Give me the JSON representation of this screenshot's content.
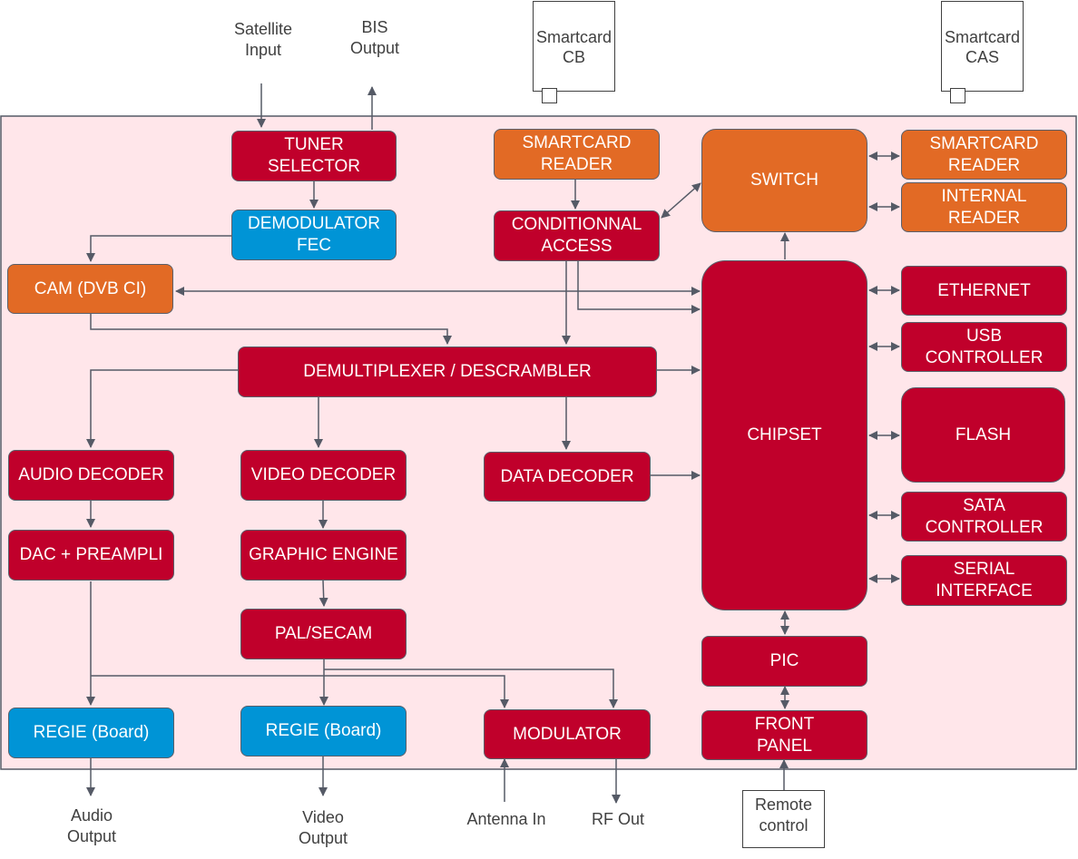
{
  "external": {
    "satellite_input": "Satellite\nInput",
    "bis_output": "BIS\nOutput",
    "smartcard_cb": "Smartcard\nCB",
    "smartcard_cas": "Smartcard\nCAS",
    "audio_output": "Audio\nOutput",
    "video_output": "Video\nOutput",
    "antenna_in": "Antenna In",
    "rf_out": "RF Out",
    "remote_control": "Remote\ncontrol"
  },
  "blocks": {
    "tuner_selector": "TUNER\nSELECTOR",
    "demodulator_fec": "DEMODULATOR\nFEC",
    "cam": "CAM (DVB CI)",
    "smartcard_reader_top": "SMARTCARD\nREADER",
    "conditional_access": "CONDITIONNAL\nACCESS",
    "switch": "SWITCH",
    "smartcard_reader_right": "SMARTCARD\nREADER",
    "internal_reader": "INTERNAL\nREADER",
    "chipset": "CHIPSET",
    "ethernet": "ETHERNET",
    "usb_controller": "USB\nCONTROLLER",
    "flash": "FLASH",
    "sata_controller": "SATA\nCONTROLLER",
    "serial_interface": "SERIAL\nINTERFACE",
    "demux": "DEMULTIPLEXER / DESCRAMBLER",
    "audio_decoder": "AUDIO DECODER",
    "video_decoder": "VIDEO DECODER",
    "data_decoder": "DATA DECODER",
    "dac_preampli": "DAC + PREAMPLI",
    "graphic_engine": "GRAPHIC ENGINE",
    "pal_secam": "PAL/SECAM",
    "regie_audio": "REGIE (Board)",
    "regie_video": "REGIE (Board)",
    "modulator": "MODULATOR",
    "pic": "PIC",
    "front_panel": "FRONT\nPANEL"
  },
  "colors": {
    "red": "#c0002b",
    "orange": "#e26a25",
    "blue": "#0094d6",
    "board_background": "#ffe6ea",
    "line": "#555a66"
  }
}
